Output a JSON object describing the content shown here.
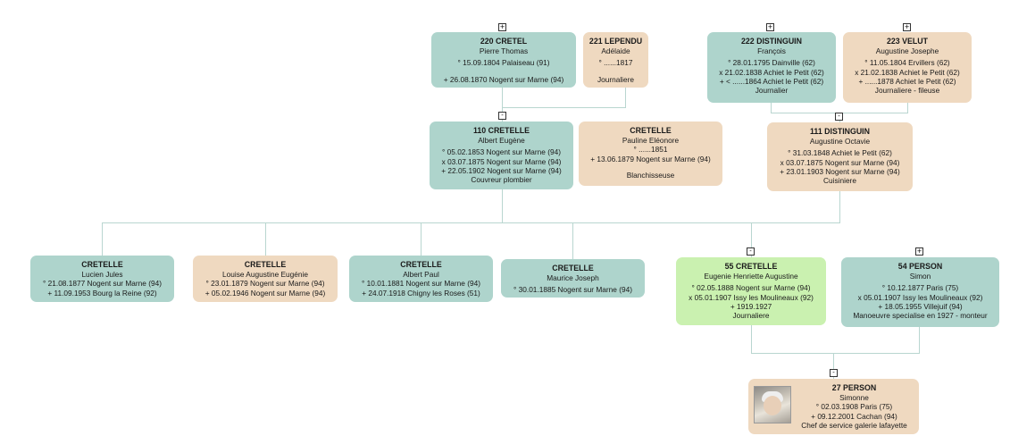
{
  "toggles": {
    "plus": "+",
    "minus": "-"
  },
  "persons": {
    "p220": {
      "name": "220 CRETEL",
      "first": "Pierre Thomas",
      "birth": "° 15.09.1804 Palaiseau (91)",
      "death": "+ 26.08.1870 Nogent sur Marne (94)"
    },
    "p221": {
      "name": "221 LEPENDU",
      "first": "Adélaide",
      "birth": "° ......1817",
      "occupation": "Journaliere"
    },
    "p222": {
      "name": "222 DISTINGUIN",
      "first": "François",
      "birth": "° 28.01.1795 Dainville (62)",
      "marriage": "x 21.02.1838 Achiet le Petit (62)",
      "death": "+ < ......1864 Achiet le Petit (62)",
      "occupation": "Journalier"
    },
    "p223": {
      "name": "223 VELUT",
      "first": "Augustine Josephe",
      "birth": "° 11.05.1804 Ervillers (62)",
      "marriage": "x 21.02.1838 Achiet le Petit (62)",
      "death": "+ ......1878 Achiet le Petit (62)",
      "occupation": "Journaliere - fileuse"
    },
    "p110": {
      "name": "110 CRETELLE",
      "first": "Albert Eugène",
      "birth": "° 05.02.1853 Nogent sur Marne (94)",
      "marriage": "x 03.07.1875 Nogent sur Marne (94)",
      "death": "+ 22.05.1902 Nogent sur Marne (94)",
      "occupation": "Couvreur plombier"
    },
    "pPauline": {
      "name": "CRETELLE",
      "first": "Pauline Eléonore",
      "birth": "° ......1851",
      "death": "+ 13.06.1879 Nogent sur Marne (94)",
      "occupation": "Blanchisseuse"
    },
    "p111": {
      "name": "111 DISTINGUIN",
      "first": "Augustine Octavie",
      "birth": "° 31.03.1848 Achiet le Petit (62)",
      "marriage": "x 03.07.1875 Nogent sur Marne (94)",
      "death": "+ 23.01.1903 Nogent sur Marne (94)",
      "occupation": "Cuisiniere"
    },
    "pLucien": {
      "name": "CRETELLE",
      "first": "Lucien Jules",
      "birth": "° 21.08.1877 Nogent sur Marne (94)",
      "death": "+ 11.09.1953 Bourg la Reine (92)"
    },
    "pLouise": {
      "name": "CRETELLE",
      "first": "Louise Augustine Eugénie",
      "birth": "° 23.01.1879 Nogent sur Marne (94)",
      "death": "+ 05.02.1946 Nogent sur Marne (94)"
    },
    "pAlbertPaul": {
      "name": "CRETELLE",
      "first": "Albert Paul",
      "birth": "° 10.01.1881 Nogent sur Marne (94)",
      "death": "+ 24.07.1918 Chigny les Roses (51)"
    },
    "pMaurice": {
      "name": "CRETELLE",
      "first": "Maurice Joseph",
      "birth": "° 30.01.1885 Nogent sur Marne (94)"
    },
    "p55": {
      "name": "55 CRETELLE",
      "first": "Eugenie Henriette Augustine",
      "birth": "° 02.05.1888 Nogent sur Marne (94)",
      "marriage": "x 05.01.1907 Issy les Moulineaux (92)",
      "death": "+ 1919.1927",
      "occupation": "Journaliere"
    },
    "p54": {
      "name": "54 PERSON",
      "first": "Simon",
      "birth": "° 10.12.1877 Paris (75)",
      "marriage": "x 05.01.1907 Issy les Moulineaux (92)",
      "death": "+ 18.05.1955 Villejuif (94)",
      "occupation": "Manoeuvre specialise en 1927 - monteur"
    },
    "p27": {
      "name": "27 PERSON",
      "first": "Simonne",
      "birth": "° 02.03.1908 Paris (75)",
      "death": "+ 09.12.2001 Cachan (94)",
      "occupation": "Chef de service galerie lafayette"
    }
  },
  "colors": {
    "male": "#aed4cc",
    "female": "#efd9c0",
    "highlight": "#caf1b0",
    "connector": "#b9d6d0"
  }
}
